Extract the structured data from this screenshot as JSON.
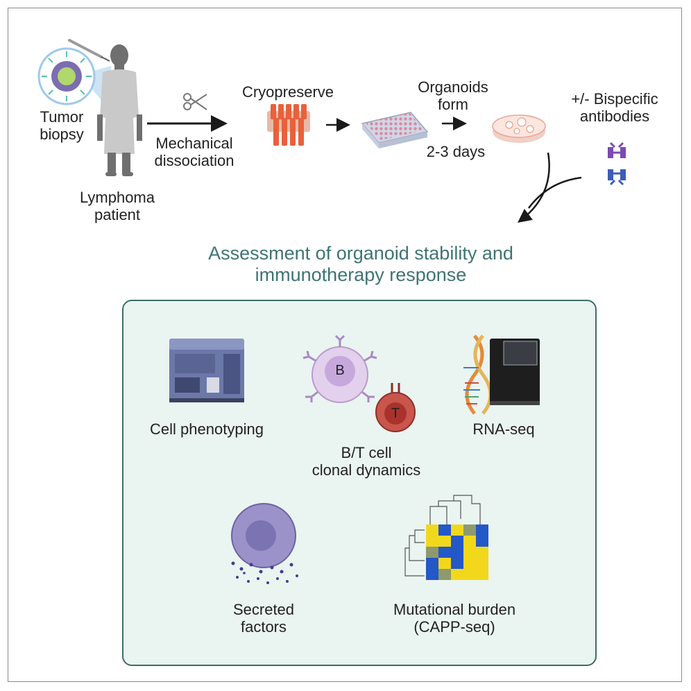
{
  "workflow": {
    "tumor_biopsy": [
      "Tumor",
      "biopsy"
    ],
    "patient": [
      "Lymphoma",
      "patient"
    ],
    "dissociation": [
      "Mechanical",
      "dissociation"
    ],
    "cryopreserve": "Cryopreserve",
    "organoids_form": [
      "Organoids",
      "form"
    ],
    "duration": "2-3 days",
    "bispecific": [
      "+/- Bispecific",
      "antibodies"
    ]
  },
  "assessment": {
    "title": [
      "Assessment of organoid stability and",
      "immunotherapy response"
    ],
    "cell_phenotyping": "Cell phenotyping",
    "bt_dynamics": [
      "B/T cell",
      "clonal dynamics"
    ],
    "b_cell_letter": "B",
    "t_cell_letter": "T",
    "rna_seq": "RNA-seq",
    "secreted": [
      "Secreted",
      "factors"
    ],
    "mutational": [
      "Mutational burden",
      "(CAPP-seq)"
    ]
  },
  "colors": {
    "title_teal": "#3f7373",
    "panel_bg": "#eaf4f0",
    "panel_border": "#3d6d6a",
    "heatmap_yellow": "#f2d81c",
    "heatmap_blue": "#2457c8"
  },
  "icons": [
    "tumor-biopsy-icon",
    "patient-silhouette-icon",
    "scissors-icon",
    "tubes-icon",
    "well-plate-icon",
    "petri-dish-icon",
    "antibody-icon",
    "flow-cytometer-icon",
    "b-cell-icon",
    "t-cell-icon",
    "dna-sequencer-icon",
    "secreting-cell-icon",
    "heatmap-icon"
  ]
}
